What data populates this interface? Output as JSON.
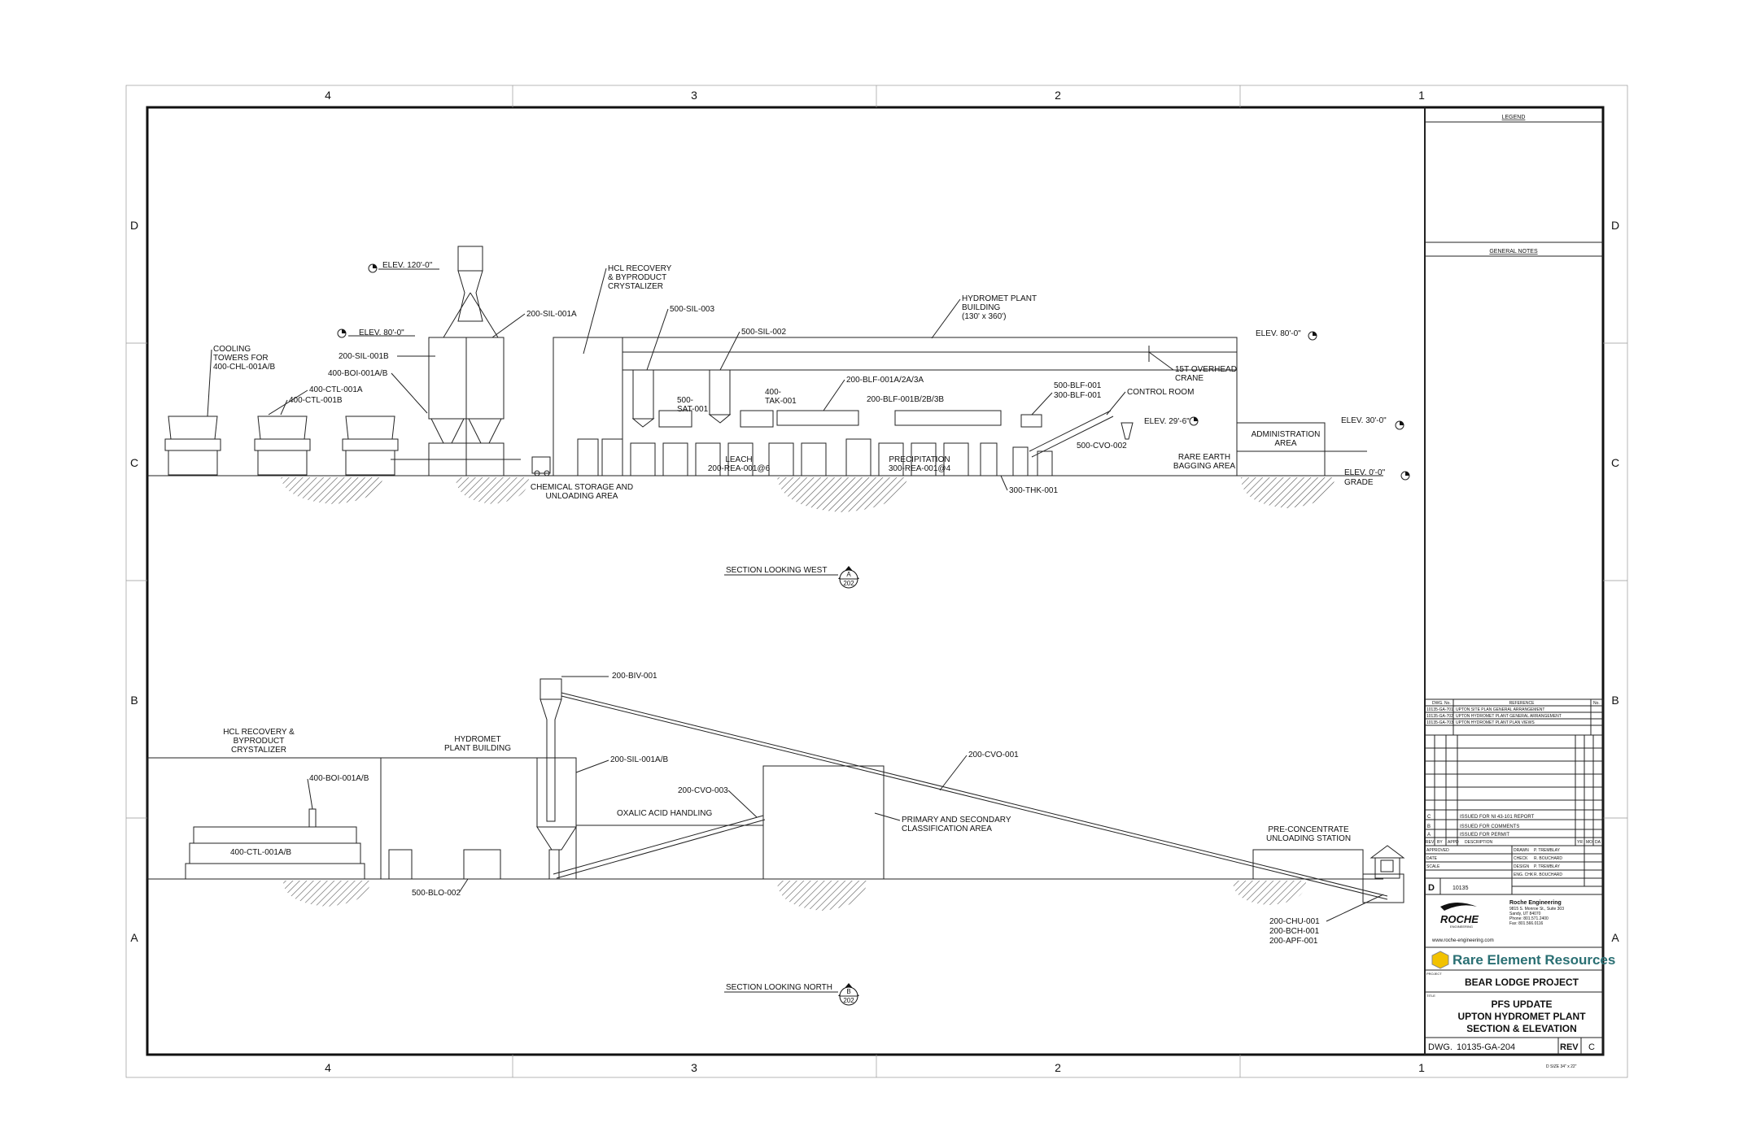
{
  "border": {
    "cols": [
      "4",
      "3",
      "2",
      "1"
    ],
    "rows": [
      "D",
      "C",
      "B",
      "A"
    ]
  },
  "west_section": {
    "elev_120": "ELEV. 120'-0\"",
    "elev_80_left": "ELEV. 80'-0\"",
    "elev_80_right": "ELEV. 80'-0\"",
    "elev_30": "ELEV. 30'-0\"",
    "elev_29": "ELEV. 29'-6\"",
    "elev_0": "ELEV. 0'-0\"",
    "grade": "GRADE",
    "cooling_towers": [
      "COOLING",
      "TOWERS FOR",
      "400-CHL-001A/B"
    ],
    "hcl_recovery": [
      "HCL RECOVERY",
      "& BYPRODUCT",
      "CRYSTALIZER"
    ],
    "hydromet_building": [
      "HYDROMET PLANT",
      "BUILDING",
      "(130' x 360')"
    ],
    "sil_001a": "200-SIL-001A",
    "sil_001b": "200-SIL-001B",
    "boi": "400-BOI-001A/B",
    "ctl_a": "400-CTL-001A",
    "ctl_b": "400-CTL-001B",
    "sil_500_003": "500-SIL-003",
    "sil_500_002": "500-SIL-002",
    "sat": [
      "500-",
      "SAT-001"
    ],
    "tak": [
      "400-",
      "TAK-001"
    ],
    "blf_a": "200-BLF-001A/2A/3A",
    "blf_b": "200-BLF-001B/2B/3B",
    "blf_500": "500-BLF-001",
    "blf_300": "300-BLF-001",
    "control_room": "CONTROL ROOM",
    "crane": [
      "15T OVERHEAD",
      "CRANE"
    ],
    "leach": [
      "LEACH",
      "200-REA-001@6"
    ],
    "precip": [
      "PRECIPITATION",
      "300-REA-001@4"
    ],
    "cvo_002": "500-CVO-002",
    "bagging": [
      "RARE EARTH",
      "BAGGING AREA"
    ],
    "admin": [
      "ADMINISTRATION",
      "AREA"
    ],
    "thk": "300-THK-001",
    "chem_storage": [
      "CHEMICAL STORAGE AND",
      "UNLOADING AREA"
    ],
    "section_title": "SECTION LOOKING WEST",
    "section_mark": "A",
    "section_sheet": "202"
  },
  "north_section": {
    "biv": "200-BIV-001",
    "hcl": [
      "HCL RECOVERY &",
      "BYPRODUCT",
      "CRYSTALIZER"
    ],
    "hydromet": [
      "HYDROMET",
      "PLANT BUILDING"
    ],
    "boi": "400-BOI-001A/B",
    "ctl": "400-CTL-001A/B",
    "sil": "200-SIL-001A/B",
    "cvo_003": "200-CVO-003",
    "oxalic": "OXALIC ACID HANDLING",
    "primary": [
      "PRIMARY AND SECONDARY",
      "CLASSIFICATION AREA"
    ],
    "cvo_001": "200-CVO-001",
    "pre_conc": [
      "PRE-CONCENTRATE",
      "UNLOADING STATION"
    ],
    "blo": "500-BLO-002",
    "chu": "200-CHU-001",
    "bch": "200-BCH-001",
    "apf": "200-APF-001",
    "section_title": "SECTION LOOKING NORTH",
    "section_mark": "B",
    "section_sheet": "202"
  },
  "title_block": {
    "legend": "LEGEND",
    "general_notes": "GENERAL NOTES",
    "ref_head": [
      "DWG. No.",
      "REFERENCE",
      "No."
    ],
    "refs": [
      [
        "10135-GA-701",
        "UPTON SITE PLAN GENERAL ARRANGEMENT"
      ],
      [
        "10135-GA-702",
        "UPTON HYDROMET PLANT GENERAL ARRANGEMENT"
      ],
      [
        "10135-GA-703",
        "UPTON HYDROMET PLANT PLAN VIEWS"
      ]
    ],
    "revisions": [
      [
        "C",
        "ISSUED FOR NI 43-101 REPORT"
      ],
      [
        "B",
        "ISSUED FOR COMMENTS"
      ],
      [
        "A",
        "ISSUED FOR PERMIT"
      ]
    ],
    "rev_head": [
      "REV",
      "BY",
      "APPD",
      "DESCRIPTION",
      "YR",
      "MO",
      "DA"
    ],
    "approved": "APPROVED",
    "date": "DATE",
    "scale": "SCALE",
    "drawn": [
      "DRAWN",
      "P. TREMBLAY"
    ],
    "check": [
      "CHECK",
      "R. BOUCHARD"
    ],
    "design": [
      "DESIGN",
      "P. TREMBLAY"
    ],
    "eng": [
      "ENG. CHK",
      "R. BOUCHARD"
    ],
    "size": "D",
    "proj_no": "10135",
    "roche_logo": "ROCHE",
    "roche_sub": "ENGINEERING",
    "roche_name": "Roche Engineering",
    "roche_addr": [
      "9815 S. Monroe St., Suite 303",
      "Sandy, UT 84070",
      "Phone: 801.571.2400",
      "Fax: 801.566.0116"
    ],
    "roche_web": "www.roche-engineering.com",
    "client": "Rare Element Resources",
    "project_label": "PROJECT",
    "project": "BEAR LODGE PROJECT",
    "title_label": "TITLE",
    "title": [
      "PFS UPDATE",
      "UPTON HYDROMET PLANT",
      "SECTION & ELEVATION"
    ],
    "dwg_label": "DWG.",
    "dwg_no": "10135-GA-204",
    "rev_label": "REV",
    "rev": "C",
    "sheet_size": "D SIZE 34\" x 22\""
  }
}
